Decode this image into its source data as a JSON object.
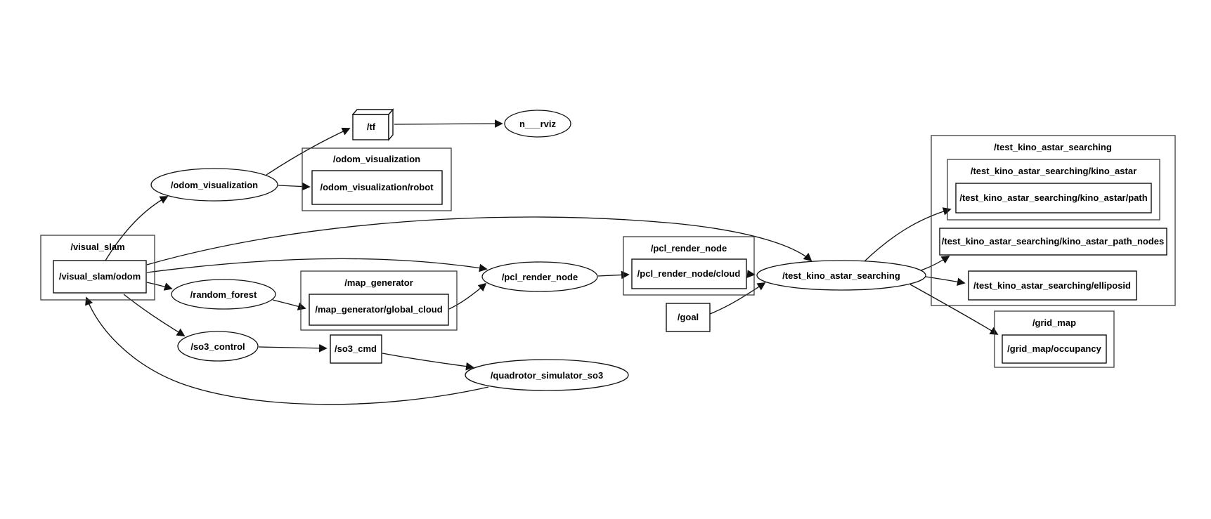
{
  "app": {
    "view": "ros-node-graph",
    "background_color": "#ffffff",
    "stroke_color": "#111111"
  },
  "labels": {
    "visual_slam": "/visual_slam",
    "visual_slam_odom": "/visual_slam/odom",
    "odom_visualization": "/odom_visualization",
    "odom_visualization_ns": "/odom_visualization",
    "odom_visualization_robot": "/odom_visualization/robot",
    "tf": "/tf",
    "rviz": "n___rviz",
    "random_forest": "/random_forest",
    "map_generator_ns": "/map_generator",
    "map_generator_global_cloud": "/map_generator/global_cloud",
    "pcl_render_node": "/pcl_render_node",
    "pcl_render_node_ns": "/pcl_render_node",
    "pcl_render_node_cloud": "/pcl_render_node/cloud",
    "so3_control": "/so3_control",
    "so3_cmd": "/so3_cmd",
    "quadrotor_simulator_so3": "/quadrotor_simulator_so3",
    "goal": "/goal",
    "test_kino_astar_searching": "/test_kino_astar_searching",
    "test_kino_astar_searching_ns": "/test_kino_astar_searching",
    "kino_astar_ns": "/test_kino_astar_searching/kino_astar",
    "kino_astar_path": "/test_kino_astar_searching/kino_astar/path",
    "kino_astar_path_nodes": "/test_kino_astar_searching/kino_astar_path_nodes",
    "elliposid": "/test_kino_astar_searching/elliposid",
    "grid_map_ns": "/grid_map",
    "grid_map_occupancy": "/grid_map/occupancy"
  },
  "graph": {
    "node_shapes": {
      "ellipse_nodes": [
        "/odom_visualization",
        "/random_forest",
        "/so3_control",
        "/pcl_render_node",
        "/quadrotor_simulator_so3",
        "/test_kino_astar_searching",
        "n___rviz"
      ],
      "topic_boxes": [
        "/tf",
        "/visual_slam/odom",
        "/odom_visualization/robot",
        "/map_generator/global_cloud",
        "/pcl_render_node/cloud",
        "/so3_cmd",
        "/goal",
        "/test_kino_astar_searching/kino_astar/path",
        "/test_kino_astar_searching/kino_astar_path_nodes",
        "/test_kino_astar_searching/elliposid",
        "/grid_map/occupancy"
      ],
      "namespace_containers": [
        "/visual_slam",
        "/odom_visualization",
        "/map_generator",
        "/pcl_render_node",
        "/test_kino_astar_searching",
        "/test_kino_astar_searching/kino_astar",
        "/grid_map"
      ]
    },
    "edges": [
      {
        "from": "/visual_slam/odom",
        "to": "/odom_visualization"
      },
      {
        "from": "/odom_visualization",
        "to": "/tf"
      },
      {
        "from": "/odom_visualization",
        "to": "/odom_visualization/robot"
      },
      {
        "from": "/tf",
        "to": "n___rviz"
      },
      {
        "from": "/visual_slam/odom",
        "to": "/pcl_render_node"
      },
      {
        "from": "/visual_slam/odom",
        "to": "/test_kino_astar_searching"
      },
      {
        "from": "/visual_slam/odom",
        "to": "/random_forest"
      },
      {
        "from": "/random_forest",
        "to": "/map_generator/global_cloud"
      },
      {
        "from": "/map_generator/global_cloud",
        "to": "/pcl_render_node"
      },
      {
        "from": "/pcl_render_node",
        "to": "/pcl_render_node/cloud"
      },
      {
        "from": "/pcl_render_node/cloud",
        "to": "/test_kino_astar_searching"
      },
      {
        "from": "/goal",
        "to": "/test_kino_astar_searching"
      },
      {
        "from": "/visual_slam/odom",
        "to": "/so3_control"
      },
      {
        "from": "/so3_control",
        "to": "/so3_cmd"
      },
      {
        "from": "/so3_cmd",
        "to": "/quadrotor_simulator_so3"
      },
      {
        "from": "/quadrotor_simulator_so3",
        "to": "/visual_slam/odom"
      },
      {
        "from": "/test_kino_astar_searching",
        "to": "/test_kino_astar_searching/kino_astar/path"
      },
      {
        "from": "/test_kino_astar_searching",
        "to": "/test_kino_astar_searching/kino_astar_path_nodes"
      },
      {
        "from": "/test_kino_astar_searching",
        "to": "/test_kino_astar_searching/elliposid"
      },
      {
        "from": "/test_kino_astar_searching",
        "to": "/grid_map/occupancy"
      }
    ]
  }
}
